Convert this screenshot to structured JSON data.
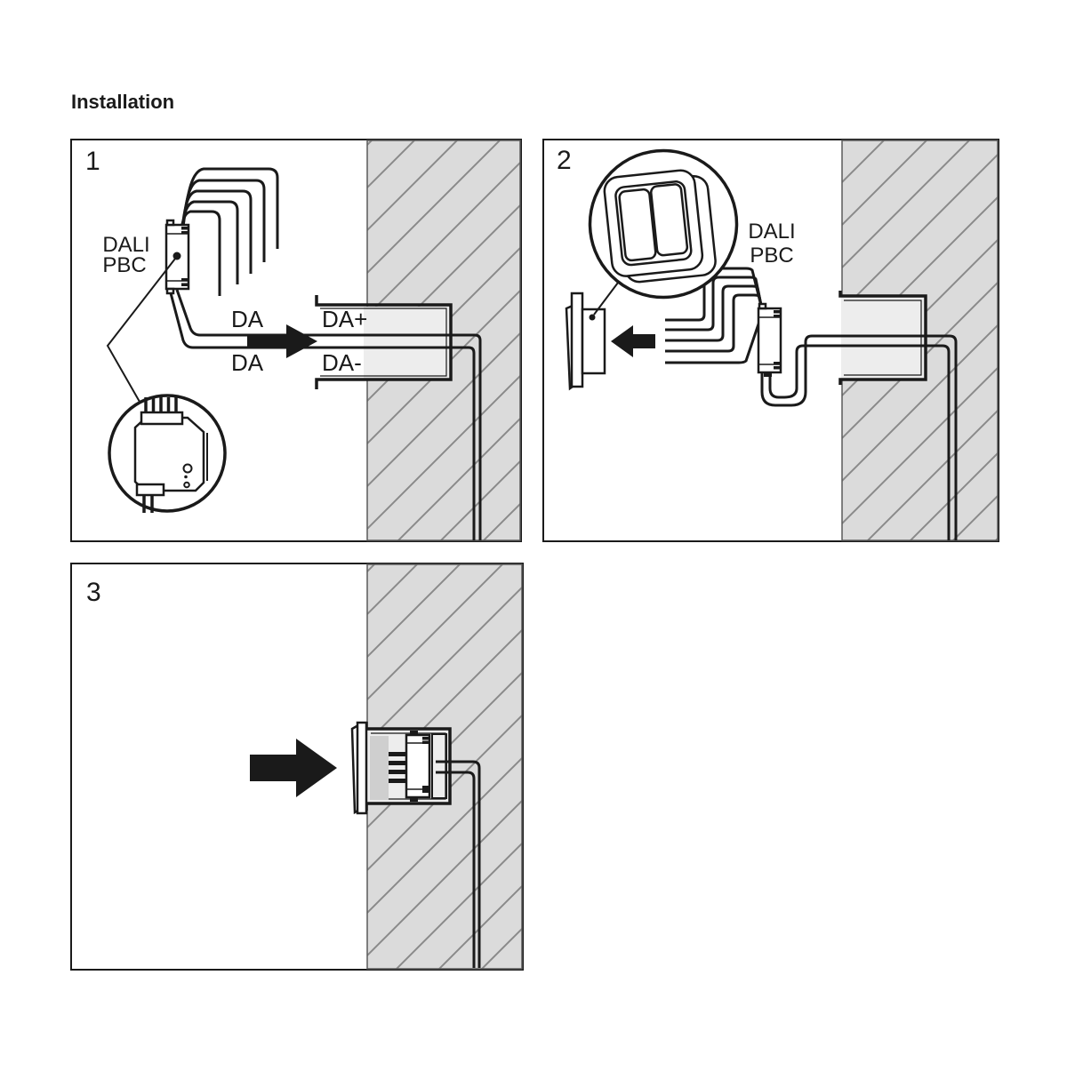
{
  "title": "Installation",
  "panels": {
    "step1": {
      "number": "1",
      "device_label": {
        "line1": "DALI",
        "line2": "PBC"
      },
      "wire_labels": {
        "output_top": "DA",
        "output_bottom": "DA",
        "terminal_top": "DA+",
        "terminal_bottom": "DA-"
      }
    },
    "step2": {
      "number": "2",
      "device_label": {
        "line1": "DALI",
        "line2": "PBC"
      }
    },
    "step3": {
      "number": "3"
    }
  },
  "colors": {
    "line": "#1a1a1a",
    "wall_fill": "#dbdbdb",
    "wall_hatch_line": "#8a8a8a",
    "recess_fill": "#ededed",
    "block_fill": "#cfcfcf",
    "background": "#ffffff"
  }
}
